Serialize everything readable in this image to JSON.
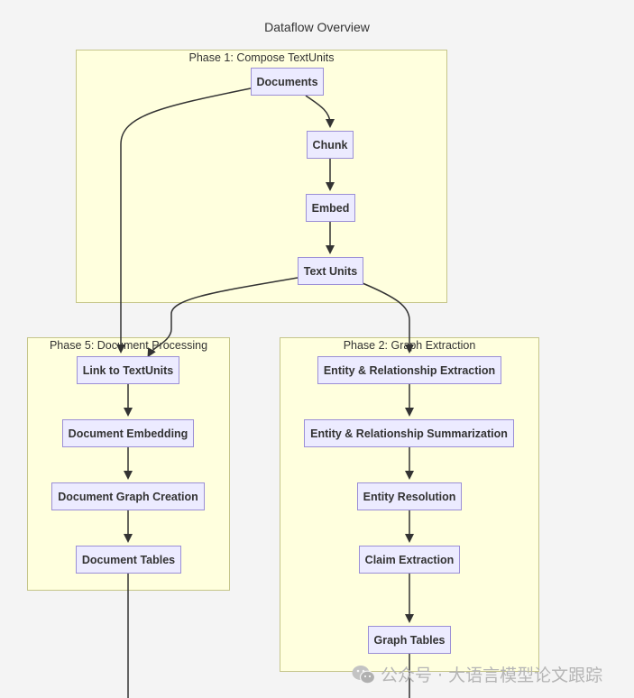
{
  "title": "Dataflow Overview",
  "phases": {
    "phase1": "Phase 1: Compose TextUnits",
    "phase5": "Phase 5: Document Processing",
    "phase2": "Phase 2: Graph Extraction"
  },
  "nodes": {
    "documents": "Documents",
    "chunk": "Chunk",
    "embed": "Embed",
    "text_units": "Text Units",
    "link_to_textunits": "Link to TextUnits",
    "document_embedding": "Document Embedding",
    "document_graph_creation": "Document Graph Creation",
    "document_tables": "Document Tables",
    "entity_relationship_extraction": "Entity & Relationship Extraction",
    "entity_relationship_summarization": "Entity & Relationship Summarization",
    "entity_resolution": "Entity Resolution",
    "claim_extraction": "Claim Extraction",
    "graph_tables": "Graph Tables"
  },
  "edges": [
    [
      "documents",
      "chunk"
    ],
    [
      "chunk",
      "embed"
    ],
    [
      "embed",
      "text_units"
    ],
    [
      "documents",
      "link_to_textunits"
    ],
    [
      "text_units",
      "link_to_textunits"
    ],
    [
      "text_units",
      "entity_relationship_extraction"
    ],
    [
      "link_to_textunits",
      "document_embedding"
    ],
    [
      "document_embedding",
      "document_graph_creation"
    ],
    [
      "document_graph_creation",
      "document_tables"
    ],
    [
      "entity_relationship_extraction",
      "entity_relationship_summarization"
    ],
    [
      "entity_relationship_summarization",
      "entity_resolution"
    ],
    [
      "entity_resolution",
      "claim_extraction"
    ],
    [
      "claim_extraction",
      "graph_tables"
    ]
  ],
  "watermark": {
    "icon": "wechat-icon",
    "text": "公众号 · 大语言模型论文跟踪"
  }
}
